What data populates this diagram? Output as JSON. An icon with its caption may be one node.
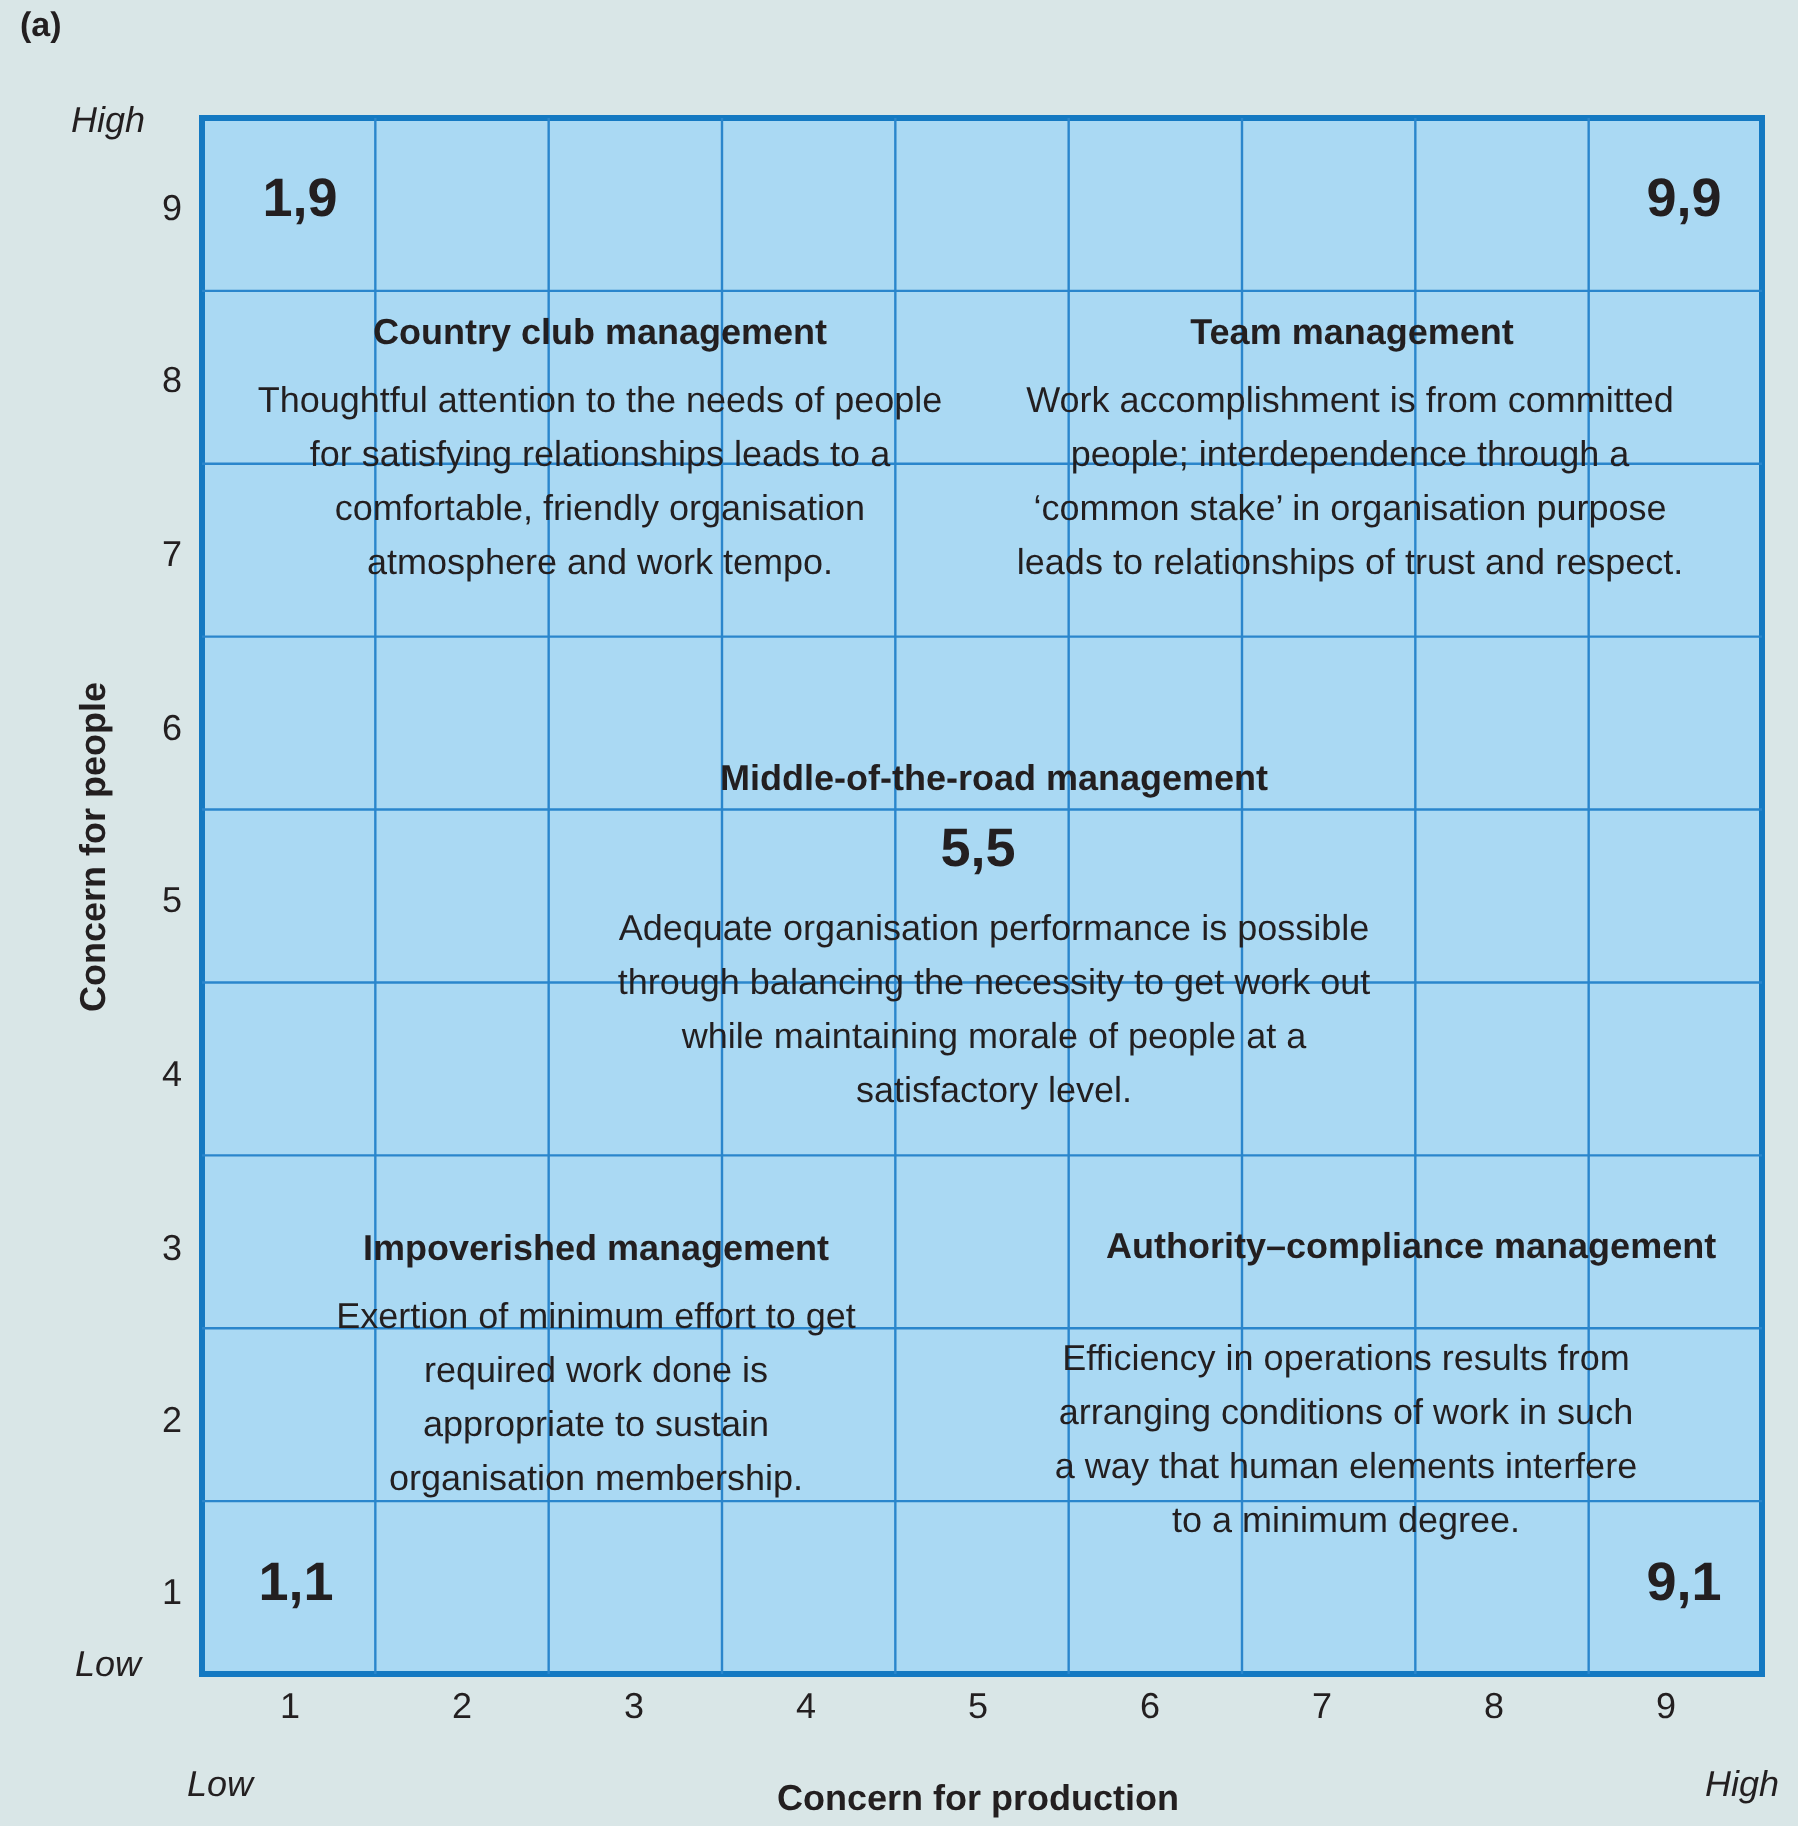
{
  "diagram": {
    "labels": [
      "(a)",
      "High",
      "9",
      "1,9",
      "9,9",
      "8",
      "Country club management",
      "Thoughtful attention to the needs of people for satisfying relationships leads to a comfortable, friendly organisation atmosphere and work tempo.",
      "Team management",
      "Work accomplishment is from committed people; interdependence through a ‘common stake’ in organisation purpose leads to relationships of trust and respect.",
      "7",
      "6",
      "Middle-of-the-road management",
      "5,5",
      "5",
      "Adequate organisation performance is possible through balancing the necessity to get work out while maintaining morale of people at a satisfactory level.",
      "4",
      "3",
      "Impoverished management",
      "Authority–compliance management",
      "Exertion of minimum effort to get required work done is appropriate to sustain organisation membership.",
      "2",
      "Efficiency in operations results from arranging conditions of work in such a way that human elements interfere to a minimum degree.",
      "1",
      "1,1",
      "9,1",
      "Low",
      "1",
      "2",
      "3",
      "4",
      "5",
      "6",
      "7",
      "8",
      "9",
      "Low",
      "Concern for production",
      "High",
      "Concern for people"
    ]
  }
}
